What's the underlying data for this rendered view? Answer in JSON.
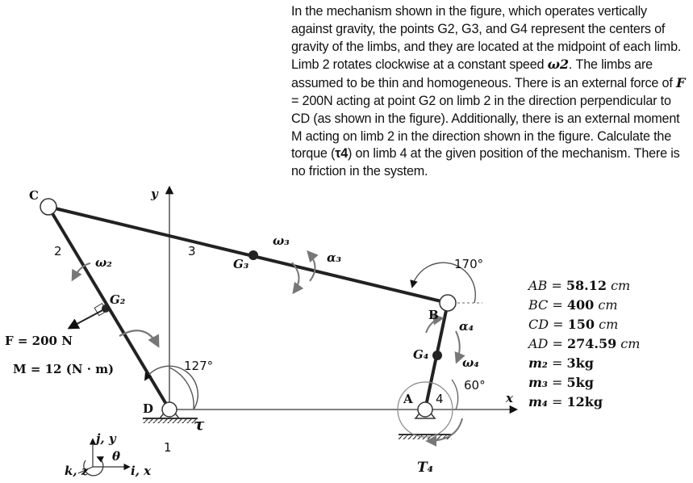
{
  "problem": {
    "p1": "In the mechanism shown in the figure, which operates vertically against gravity, the points G2, G3, and G4 represent the centers of gravity of the limbs, and they are located at the midpoint of each limb. Limb 2 rotates clockwise at a constant speed ",
    "omega_sym": "ω2",
    "p2": ". The limbs are assumed to be thin and homogeneous. There is an external force of ",
    "force_sym": "F",
    "p3": " = 200N acting at point G2 on limb 2 in the direction perpendicular to CD (as shown in the figure). Additionally, there is an external moment M acting on limb 2 in the direction shown in the figure. Calculate the torque (",
    "tau_sym": "τ4",
    "p4": ") on limb 4 at the given position of the mechanism. There is no friction in the system."
  },
  "givens": [
    {
      "lhs": "AB",
      "rhs": "58.12",
      "unit": "cm"
    },
    {
      "lhs": "BC",
      "rhs": "400",
      "unit": "cm"
    },
    {
      "lhs": "CD",
      "rhs": "150",
      "unit": "cm"
    },
    {
      "lhs": "AD",
      "rhs": "274.59",
      "unit": "cm"
    },
    {
      "lhs": "m₂",
      "rhs": "3kg",
      "unit": ""
    },
    {
      "lhs": "m₃",
      "rhs": "5kg",
      "unit": ""
    },
    {
      "lhs": "m₄",
      "rhs": "12kg",
      "unit": ""
    }
  ],
  "labels": {
    "C": "C",
    "B": "B",
    "A": "A",
    "D": "D",
    "link2": "2",
    "link3": "3",
    "link4": "4",
    "ground": "1",
    "w2": "ω₂",
    "w3": "ω₃",
    "w4": "ω₄",
    "a3": "α₃",
    "a4": "α₄",
    "G2": "G₂",
    "G3": "G₃",
    "G4": "G₄",
    "force": "F = 200 N",
    "moment": "M = 12 (N · m)",
    "angle_D": "127°",
    "angle_B": "170°",
    "angle_A": "60°",
    "tau": "τ",
    "T4": "T₄",
    "axis_y": "y",
    "axis_x": "x",
    "frame_jy": "j, y",
    "frame_ix": "i, x",
    "frame_kz": "k, z",
    "frame_theta": "θ"
  }
}
